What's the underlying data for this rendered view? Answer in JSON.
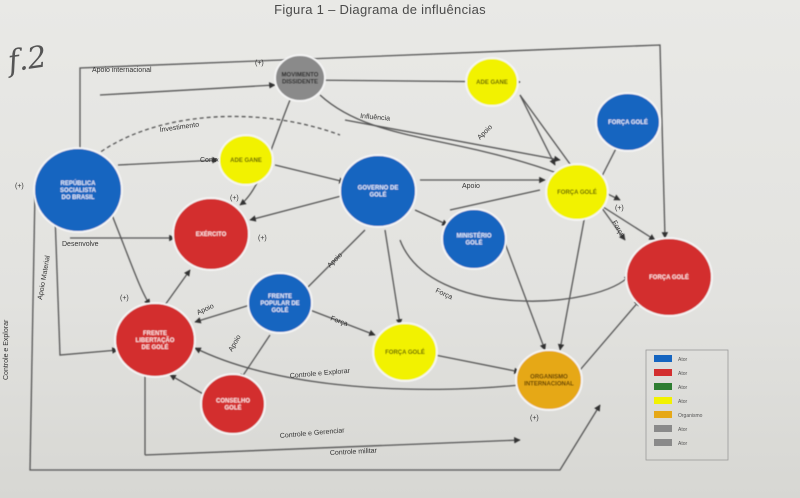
{
  "title": "Figura 1 – Diagrama de influências",
  "handwritten_mark": "f.2",
  "colors": {
    "blue": "#1565c0",
    "red": "#d32f2f",
    "green": "#2e7d32",
    "yellow": "#f2f200",
    "orange": "#e6a817",
    "gray": "#8a8a8a"
  },
  "nodes": [
    {
      "id": "rsb",
      "label": "REPÚBLICA SOCIALISTA DO BRASIL",
      "color": "blue"
    },
    {
      "id": "mov",
      "label": "MOVIMENTO DISSIDENTE",
      "color": "gray"
    },
    {
      "id": "y1",
      "label": "ADE GANE",
      "color": "yellow"
    },
    {
      "id": "y2",
      "label": "ADE GANE",
      "color": "yellow"
    },
    {
      "id": "gov",
      "label": "GOVERNO DE GOLÉ",
      "color": "blue"
    },
    {
      "id": "b2",
      "label": "FORÇA GOLÉ",
      "color": "blue"
    },
    {
      "id": "ysmall",
      "label": "FORÇA GOLÉ",
      "color": "yellow"
    },
    {
      "id": "exer",
      "label": "EXÉRCITO",
      "color": "red"
    },
    {
      "id": "ministerio",
      "label": "MINISTÉRIO GOLÉ",
      "color": "blue"
    },
    {
      "id": "redbig",
      "label": "FORÇA GOLÉ",
      "color": "red"
    },
    {
      "id": "frente",
      "label": "FRENTE POPULAR DE GOLÉ",
      "color": "blue"
    },
    {
      "id": "flg",
      "label": "FRENTE LIBERTAÇÃO DE GOLÉ",
      "color": "red"
    },
    {
      "id": "yforca",
      "label": "FORÇA GOLÉ",
      "color": "yellow"
    },
    {
      "id": "org",
      "label": "ORGANISMO INTERNACIONAL",
      "color": "orange"
    },
    {
      "id": "conselho",
      "label": "CONSELHO GOLÉ",
      "color": "red"
    }
  ],
  "edges": [
    {
      "label": "Apoio internacional"
    },
    {
      "label": "Apoio Material"
    },
    {
      "label": "Controle e Explorar"
    },
    {
      "label": "Desenvolve"
    },
    {
      "label": "Apoio"
    },
    {
      "label": "Apoio"
    },
    {
      "label": "Apoio"
    },
    {
      "label": "Força"
    },
    {
      "label": "Controle e Explorar"
    },
    {
      "label": "Controle e Gerenciar"
    },
    {
      "label": "Controle militar"
    },
    {
      "label": "Investimento"
    },
    {
      "label": "Controla"
    },
    {
      "label": "Apoio"
    },
    {
      "label": "Influência"
    },
    {
      "label": "Apoio"
    },
    {
      "label": "Força"
    },
    {
      "label": "Força"
    }
  ],
  "signs": [
    {
      "label": "(+)"
    },
    {
      "label": "(+)"
    },
    {
      "label": "(+)"
    },
    {
      "label": "(+)"
    },
    {
      "label": "(+)"
    },
    {
      "label": "(+)"
    },
    {
      "label": "(+)"
    },
    {
      "label": "(+)"
    }
  ],
  "legend": {
    "entries": [
      {
        "color": "blue",
        "label": "Ator"
      },
      {
        "color": "red",
        "label": "Ator"
      },
      {
        "color": "green",
        "label": "Ator"
      },
      {
        "color": "yellow",
        "label": "Ator"
      },
      {
        "color": "orange",
        "label": "Organismo"
      },
      {
        "color": "gray",
        "label": "Ator"
      },
      {
        "color": "gray",
        "label": "Ator"
      }
    ]
  }
}
